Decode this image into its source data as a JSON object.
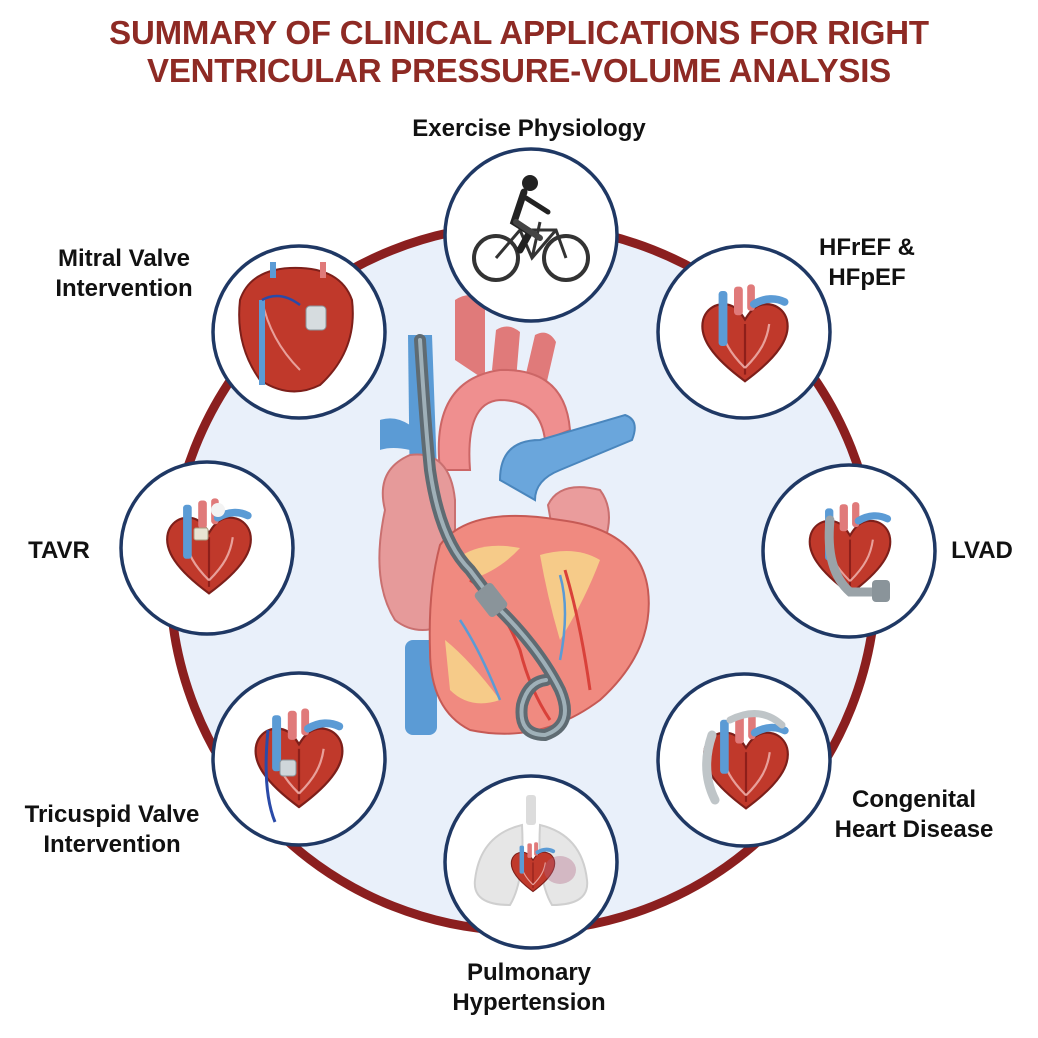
{
  "title": {
    "line1": "SUMMARY OF CLINICAL APPLICATIONS FOR RIGHT",
    "line2": "VENTRICULAR PRESSURE-VOLUME ANALYSIS"
  },
  "applications": [
    {
      "lines": [
        "Exercise Physiology"
      ],
      "icon": "cyclist-icon"
    },
    {
      "lines": [
        "HFrEF &",
        "HFpEF"
      ],
      "icon": "heart-failure-heart-icon"
    },
    {
      "lines": [
        "LVAD"
      ],
      "icon": "lvad-heart-icon"
    },
    {
      "lines": [
        "Congenital",
        "Heart Disease"
      ],
      "icon": "congenital-heart-icon"
    },
    {
      "lines": [
        "Pulmonary",
        "Hypertension"
      ],
      "icon": "lungs-heart-icon"
    },
    {
      "lines": [
        "Tricuspid Valve",
        "Intervention"
      ],
      "icon": "tricuspid-heart-icon"
    },
    {
      "lines": [
        "TAVR"
      ],
      "icon": "tavr-heart-icon"
    },
    {
      "lines": [
        "Mitral Valve",
        "Intervention"
      ],
      "icon": "mitral-heart-icon"
    }
  ],
  "colors": {
    "title": "#8e2a24",
    "ring": "#8b1f1f",
    "disc": "#e9f0fa",
    "heart_red": "#c0392b",
    "vessel_blue": "#5b9bd5",
    "vessel_red": "#e07a7a"
  },
  "center_icon": "heart-with-catheter-icon"
}
